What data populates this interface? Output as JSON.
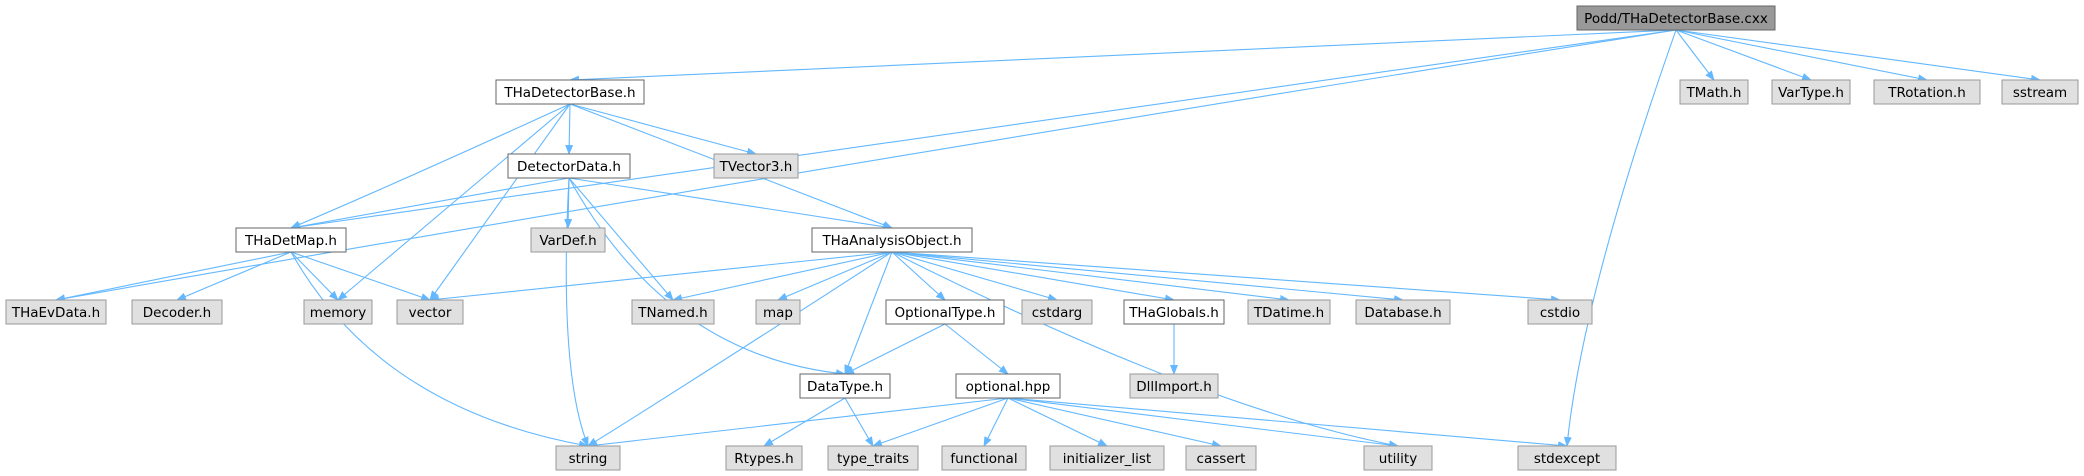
{
  "colors": {
    "edge": "#63b8ff",
    "node_border": "#999999",
    "root_fill": "#999999",
    "root_border": "#666666",
    "doc_fill": "#ffffff",
    "doc_border": "#666666",
    "ext_fill": "#e0e0e0",
    "text": "#000000"
  },
  "nodes": [
    {
      "id": "root",
      "label": "Podd/THaDetectorBase.cxx",
      "kind": "root"
    },
    {
      "id": "thadetbase_h",
      "label": "THaDetectorBase.h",
      "kind": "doc"
    },
    {
      "id": "detdata_h",
      "label": "DetectorData.h",
      "kind": "doc"
    },
    {
      "id": "thadetmap_h",
      "label": "THaDetMap.h",
      "kind": "doc"
    },
    {
      "id": "thaanaobj_h",
      "label": "THaAnalysisObject.h",
      "kind": "doc"
    },
    {
      "id": "opttype_h",
      "label": "OptionalType.h",
      "kind": "doc"
    },
    {
      "id": "thaglobals_h",
      "label": "THaGlobals.h",
      "kind": "doc"
    },
    {
      "id": "datatype_h",
      "label": "DataType.h",
      "kind": "doc"
    },
    {
      "id": "optional_hpp",
      "label": "optional.hpp",
      "kind": "doc"
    },
    {
      "id": "tmath_h",
      "label": "TMath.h",
      "kind": "ext"
    },
    {
      "id": "vartype_h",
      "label": "VarType.h",
      "kind": "ext"
    },
    {
      "id": "trotation_h",
      "label": "TRotation.h",
      "kind": "ext"
    },
    {
      "id": "sstream",
      "label": "sstream",
      "kind": "ext"
    },
    {
      "id": "tvector3_h",
      "label": "TVector3.h",
      "kind": "ext"
    },
    {
      "id": "vardef_h",
      "label": "VarDef.h",
      "kind": "ext"
    },
    {
      "id": "thaevdata_h",
      "label": "THaEvData.h",
      "kind": "ext"
    },
    {
      "id": "decoder_h",
      "label": "Decoder.h",
      "kind": "ext"
    },
    {
      "id": "memory",
      "label": "memory",
      "kind": "ext"
    },
    {
      "id": "vector",
      "label": "vector",
      "kind": "ext"
    },
    {
      "id": "tnamed_h",
      "label": "TNamed.h",
      "kind": "ext"
    },
    {
      "id": "map",
      "label": "map",
      "kind": "ext"
    },
    {
      "id": "cstdarg",
      "label": "cstdarg",
      "kind": "ext"
    },
    {
      "id": "tdatime_h",
      "label": "TDatime.h",
      "kind": "ext"
    },
    {
      "id": "database_h",
      "label": "Database.h",
      "kind": "ext"
    },
    {
      "id": "cstdio",
      "label": "cstdio",
      "kind": "ext"
    },
    {
      "id": "dllimport_h",
      "label": "DllImport.h",
      "kind": "ext"
    },
    {
      "id": "string",
      "label": "string",
      "kind": "ext"
    },
    {
      "id": "rtypes_h",
      "label": "Rtypes.h",
      "kind": "ext"
    },
    {
      "id": "type_traits",
      "label": "type_traits",
      "kind": "ext"
    },
    {
      "id": "functional",
      "label": "functional",
      "kind": "ext"
    },
    {
      "id": "initializer_list",
      "label": "initializer_list",
      "kind": "ext"
    },
    {
      "id": "cassert",
      "label": "cassert",
      "kind": "ext"
    },
    {
      "id": "utility",
      "label": "utility",
      "kind": "ext"
    },
    {
      "id": "stdexcept",
      "label": "stdexcept",
      "kind": "ext"
    }
  ],
  "edges": [
    [
      "root",
      "thadetbase_h"
    ],
    [
      "root",
      "thadetmap_h"
    ],
    [
      "root",
      "thaevdata_h"
    ],
    [
      "root",
      "tmath_h"
    ],
    [
      "root",
      "vartype_h"
    ],
    [
      "root",
      "trotation_h"
    ],
    [
      "root",
      "sstream"
    ],
    [
      "root",
      "stdexcept"
    ],
    [
      "thadetbase_h",
      "detdata_h"
    ],
    [
      "thadetbase_h",
      "thadetmap_h"
    ],
    [
      "thadetbase_h",
      "thaanaobj_h"
    ],
    [
      "thadetbase_h",
      "tvector3_h"
    ],
    [
      "thadetbase_h",
      "memory"
    ],
    [
      "thadetbase_h",
      "vector"
    ],
    [
      "detdata_h",
      "thadetmap_h"
    ],
    [
      "detdata_h",
      "thaanaobj_h"
    ],
    [
      "detdata_h",
      "vardef_h"
    ],
    [
      "detdata_h",
      "tnamed_h"
    ],
    [
      "detdata_h",
      "datatype_h"
    ],
    [
      "detdata_h",
      "string"
    ],
    [
      "thadetmap_h",
      "thaevdata_h"
    ],
    [
      "thadetmap_h",
      "decoder_h"
    ],
    [
      "thadetmap_h",
      "memory"
    ],
    [
      "thadetmap_h",
      "vector"
    ],
    [
      "thadetmap_h",
      "string"
    ],
    [
      "thaanaobj_h",
      "vector"
    ],
    [
      "thaanaobj_h",
      "tnamed_h"
    ],
    [
      "thaanaobj_h",
      "map"
    ],
    [
      "thaanaobj_h",
      "opttype_h"
    ],
    [
      "thaanaobj_h",
      "cstdarg"
    ],
    [
      "thaanaobj_h",
      "thaglobals_h"
    ],
    [
      "thaanaobj_h",
      "tdatime_h"
    ],
    [
      "thaanaobj_h",
      "database_h"
    ],
    [
      "thaanaobj_h",
      "cstdio"
    ],
    [
      "thaanaobj_h",
      "utility"
    ],
    [
      "thaanaobj_h",
      "string"
    ],
    [
      "thaanaobj_h",
      "datatype_h"
    ],
    [
      "opttype_h",
      "datatype_h"
    ],
    [
      "opttype_h",
      "optional_hpp"
    ],
    [
      "thaglobals_h",
      "dllimport_h"
    ],
    [
      "datatype_h",
      "rtypes_h"
    ],
    [
      "datatype_h",
      "type_traits"
    ],
    [
      "optional_hpp",
      "string"
    ],
    [
      "optional_hpp",
      "type_traits"
    ],
    [
      "optional_hpp",
      "functional"
    ],
    [
      "optional_hpp",
      "initializer_list"
    ],
    [
      "optional_hpp",
      "cassert"
    ],
    [
      "optional_hpp",
      "utility"
    ],
    [
      "optional_hpp",
      "stdexcept"
    ]
  ]
}
